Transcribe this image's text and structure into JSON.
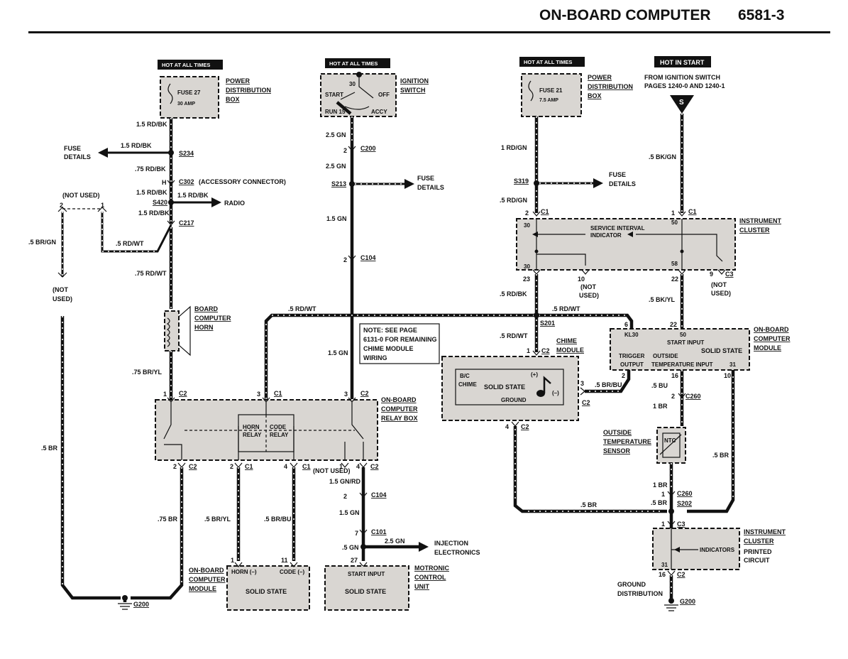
{
  "header": {
    "title": "ON-BOARD COMPUTER",
    "page_number": "6581-3"
  },
  "tags": {
    "hot1": "HOT AT ALL TIMES",
    "hot2": "HOT AT ALL TIMES",
    "hot3": "HOT AT ALL TIMES",
    "hot_start": "HOT IN START"
  },
  "left_col": {
    "power_dist_1": "POWER",
    "power_dist_2": "DISTRIBUTION",
    "power_dist_3": "BOX",
    "fuse": "FUSE 27",
    "fuse_amp": "30 AMP",
    "w_15rdbk_a": "1.5 RD/BK",
    "fuse_details_1": "FUSE",
    "fuse_details_2": "DETAILS",
    "w_15rdbk_b": "1.5 RD/BK",
    "s234": "S234",
    "w_75rdbk": ".75 RD/BK",
    "h": "H",
    "c302": "C302",
    "accessory": "(ACCESSORY CONNECTOR)",
    "w_15rdbk_c": "1.5 RD/BK",
    "w_15rdbk_d": "1.5 RD/BK",
    "s420": "S420",
    "radio": "RADIO",
    "w_15rdbk_e": "1.5 RD/BK",
    "not_used": "(NOT USED)",
    "pin2": "2",
    "pin1": "1",
    "c217": "C217",
    "w_5brgn": ".5 BR/GN",
    "w_5rdwt": ".5 RD/WT",
    "w_75rdwt": ".75 RD/WT",
    "not_used2_a": "(NOT",
    "not_used2_b": "USED)",
    "horn_1": "BOARD",
    "horn_2": "COMPUTER",
    "horn_3": "HORN",
    "w_75bryl": ".75 BR/YL",
    "w_5br": ".5 BR",
    "w_75br": ".75 BR",
    "g200": "G200"
  },
  "relay_box": {
    "pin1": "1",
    "c2a": "C2",
    "pin3a": "3",
    "c1a": "C1",
    "pin3b": "3",
    "c2b": "C2",
    "label_1": "ON-BOARD",
    "label_2": "COMPUTER",
    "label_3": "RELAY BOX",
    "horn_relay_1": "HORN",
    "horn_relay_2": "RELAY",
    "code_relay_1": "CODE",
    "code_relay_2": "RELAY",
    "pin2": "2",
    "c2c": "C2",
    "pin2b": "2",
    "c1b": "C1",
    "pin4": "4",
    "c1c": "C1",
    "pin1b": "1",
    "c2d": "C2",
    "not_used": "(NOT USED)",
    "pin4b": "4",
    "c2e": "C2",
    "w_5bryl": ".5 BR/YL",
    "w_5brbu": ".5 BR/BU"
  },
  "obc_bottom": {
    "label_1": "ON-BOARD",
    "label_2": "COMPUTER",
    "label_3": "MODULE",
    "pin1": "1",
    "pin11": "11",
    "horn": "HORN (–)",
    "code": "CODE (–)",
    "solid": "SOLID STATE"
  },
  "ignition": {
    "label_1": "IGNITION",
    "label_2": "SWITCH",
    "pos30": "30",
    "start": "START",
    "off": "OFF",
    "run": "RUN 15",
    "accy": "ACCY",
    "w_25gn_a": "2.5 GN",
    "pin2": "2",
    "c200": "C200",
    "w_25gn_b": "2.5 GN",
    "s213": "S213",
    "fuse_1": "FUSE",
    "fuse_2": "DETAILS",
    "w_15gn_a": "1.5 GN",
    "pin2b": "2",
    "c104": "C104",
    "w_15gn_b": "1.5 GN",
    "w_15gnrd": "1.5 GN/RD",
    "c104b": "C104",
    "w_15gn_c": "1.5 GN",
    "pin7": "7",
    "c101": "C101",
    "w_25gn_c": "2.5 GN",
    "injection_1": "INJECTION",
    "injection_2": "ELECTRONICS",
    "w_5gn": ".5 GN",
    "pin27": "27"
  },
  "note": {
    "l1": "NOTE: SEE PAGE",
    "l2": "6131-0 FOR REMAINING",
    "l3": "CHIME MODULE",
    "l4": "WIRING"
  },
  "motronic": {
    "start": "START INPUT",
    "solid": "SOLID STATE",
    "l1": "MOTRONIC",
    "l2": "CONTROL",
    "l3": "UNIT"
  },
  "right_col": {
    "power_1": "POWER",
    "power_2": "DISTRIBUTION",
    "power_3": "BOX",
    "fuse": "FUSE 21",
    "fuse_amp": "7.5 AMP",
    "from_1": "FROM IGNITION SWITCH",
    "from_2": "PAGES 1240-0 AND 1240-1",
    "s": "S",
    "w_1rdgn": "1 RD/GN",
    "w_5bkgn": ".5 BK/GN",
    "s319": "S319",
    "fuse_1": "FUSE",
    "fuse_2": "DETAILS",
    "w_5rdgn": ".5 RD/GN",
    "pin2": "2",
    "c1a": "C1",
    "pin1": "1",
    "c1b": "C1",
    "cluster_1": "INSTRUMENT",
    "cluster_2": "CLUSTER",
    "p30a": "30",
    "p50a": "50",
    "sii_1": "SERVICE INTERVAL",
    "sii_2": "INDICATOR",
    "p30b": "30",
    "p58": "58",
    "pin23": "23",
    "pin10": "10",
    "notused_a1": "(NOT",
    "notused_a2": "USED)",
    "pin22": "22",
    "pin9": "9",
    "c3": "C3",
    "notused_b1": "(NOT",
    "notused_b2": "USED)",
    "w_5rdbk": ".5 RD/BK",
    "w_5rdwt_top": ".5 RD/WT",
    "w_5rdwt_long": ".5 RD/WT",
    "w_5bkyl": ".5 BK/YL",
    "s201": "S201",
    "pin6": "6",
    "pin22b": "22",
    "w_5rdwt_b": ".5 RD/WT",
    "chime_1": "CHIME",
    "chime_2": "MODULE",
    "pin1c": "1",
    "c2a": "C2",
    "kl30": "KL30",
    "p50b": "50",
    "start_input": "START INPUT",
    "obc_1": "ON-BOARD",
    "obc_2": "COMPUTER",
    "obc_3": "MODULE",
    "solid_state": "SOLID STATE",
    "trigger_1": "TRIGGER",
    "trigger_2": "OUTPUT",
    "outside_1": "OUTSIDE",
    "outside_2": "TEMPERATURE INPUT",
    "pin2c": "2",
    "pin31": "31",
    "bc_1": "B/C",
    "bc_2": "CHIME",
    "chime_solid": "SOLID STATE",
    "plus": "(+)",
    "minus": "(–)",
    "ground": "GROUND",
    "pin3": "3",
    "c2b": "C2",
    "w_5brbu": ".5 BR/BU",
    "pin16": "16",
    "pin10b": "10",
    "w_5bu": ".5 BU",
    "pin2d": "2",
    "c260": "C260",
    "w_1br": "1 BR",
    "pin4": "4",
    "c2c": "C2",
    "outside_sensor_1": "OUTSIDE",
    "outside_sensor_2": "TEMPERATURE",
    "outside_sensor_3": "SENSOR",
    "ntc": "NTC",
    "w_5br_r": ".5 BR",
    "w_1br_b": "1 BR",
    "pin1d": "1",
    "c260b": "C260",
    "w_5br_h": ".5 BR",
    "w_5br_s": ".5 BR",
    "s202": "S202",
    "pin1e": "1",
    "c3b": "C3",
    "ic_1": "INSTRUMENT",
    "ic_2": "CLUSTER",
    "ic_3": "PRINTED",
    "ic_4": "CIRCUIT",
    "indicators": "INDICATORS",
    "p31": "31",
    "pin16b": "16",
    "c2d": "C2",
    "gd_1": "GROUND",
    "gd_2": "DISTRIBUTION",
    "g200": "G200"
  }
}
